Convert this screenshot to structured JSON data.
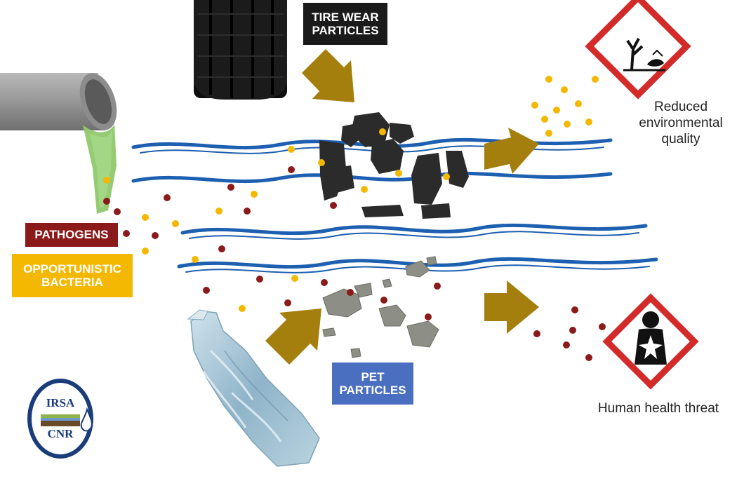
{
  "labels": {
    "tire_wear_line1": "TIRE WEAR",
    "tire_wear_line2": "PARTICLES",
    "pet_line1": "PET",
    "pet_line2": "PARTICLES",
    "pathogens": "PATHOGENS",
    "opportunistic_line1": "OPPORTUNISTIC",
    "opportunistic_line2": "BACTERIA",
    "env_line1": "Reduced",
    "env_line2": "environmental",
    "env_line3": "quality",
    "health": "Human health threat"
  },
  "logo": {
    "top_text": "IRSA",
    "bottom_text": "CNR"
  },
  "colors": {
    "pathogen_dot": "#8b1a1a",
    "bacteria_dot": "#f5b800",
    "arrow": "#a57f0d",
    "water": "#1d5fb0",
    "pathogens_box": "#8b1a1a",
    "bacteria_box": "#f5b800",
    "tire_box": "#1a1a1a",
    "pet_box": "#4a6fc0",
    "hazard_border": "#d32a2a"
  },
  "icons": [
    "pipe-icon",
    "tire-icon",
    "bottle-icon",
    "environment-hazard-icon",
    "health-hazard-icon",
    "irsa-cnr-logo"
  ]
}
